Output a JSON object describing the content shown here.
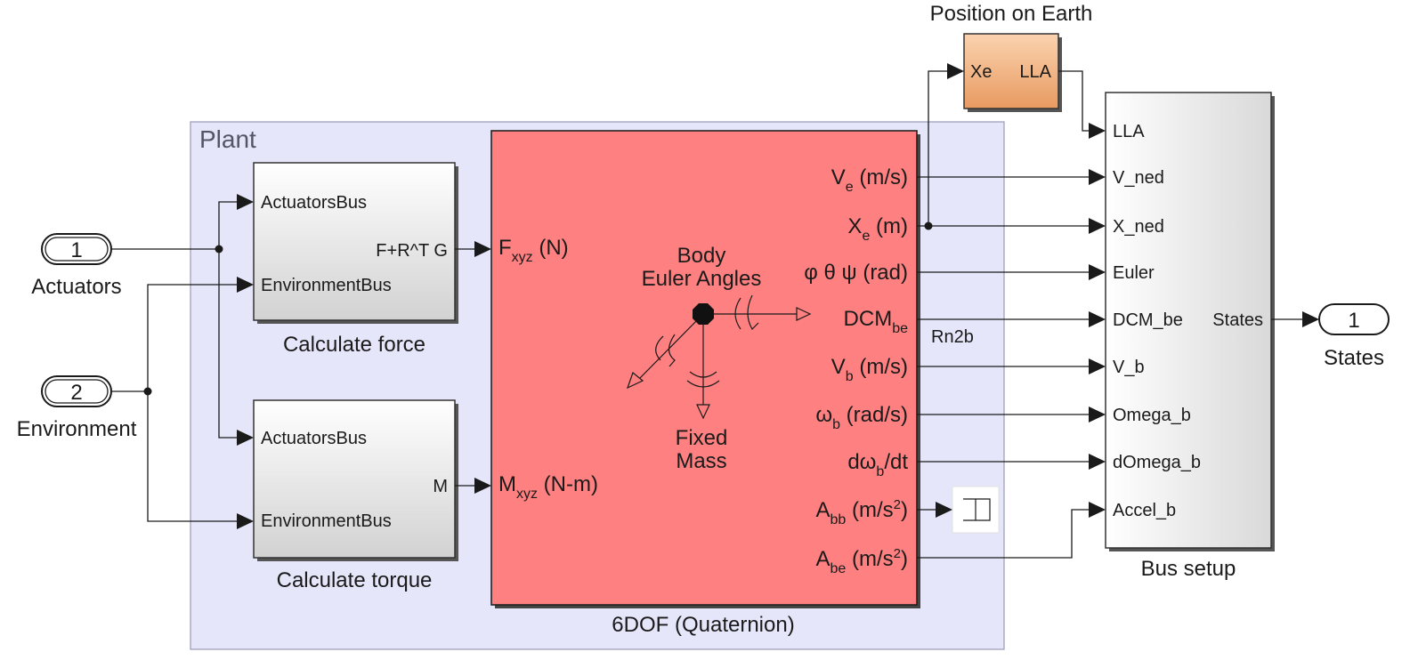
{
  "diagram": {
    "plant": {
      "title": "Plant"
    },
    "position_on_earth": {
      "title": "Position on Earth",
      "in_port": "Xe",
      "out_port": "LLA"
    },
    "inports": [
      {
        "number": "1",
        "label": "Actuators"
      },
      {
        "number": "2",
        "label": "Environment"
      }
    ],
    "outport": {
      "number": "1",
      "label": "States"
    },
    "calc_force": {
      "title": "Calculate force",
      "in1": "ActuatorsBus",
      "in2": "EnvironmentBus",
      "out": "F+R^T G"
    },
    "calc_torque": {
      "title": "Calculate torque",
      "in1": "ActuatorsBus",
      "in2": "EnvironmentBus",
      "out": "M"
    },
    "sixdof": {
      "title": "6DOF (Quaternion)",
      "center_top": "Body",
      "center_mid": "Euler Angles",
      "center_bottom1": "Fixed",
      "center_bottom2": "Mass",
      "in_force": {
        "main": "F",
        "sub": "xyz",
        "rest": " (N)"
      },
      "in_moment": {
        "main": "M",
        "sub": "xyz",
        "rest": " (N-m)"
      },
      "outputs": [
        {
          "main": "V",
          "sub": "e",
          "rest": " (m/s)"
        },
        {
          "main": "X",
          "sub": "e",
          "rest": " (m)"
        },
        {
          "main": "φ θ ψ (rad)",
          "sub": "",
          "rest": ""
        },
        {
          "main": "DCM",
          "sub": "be",
          "rest": ""
        },
        {
          "main": "V",
          "sub": "b",
          "rest": " (m/s)"
        },
        {
          "main": "ω",
          "sub": "b",
          "rest": " (rad/s)"
        },
        {
          "main": "dω",
          "sub": "b",
          "rest": "/dt"
        },
        {
          "main": "A",
          "sub": "bb",
          "rest": " (m/s",
          "sup": "2",
          "end": ")"
        },
        {
          "main": "A",
          "sub": "be",
          "rest": " (m/s",
          "sup": "2",
          "end": ")"
        }
      ]
    },
    "signal_label_rn2b": "Rn2b",
    "bus_setup": {
      "title": "Bus setup",
      "inputs": [
        "LLA",
        "V_ned",
        "X_ned",
        "Euler",
        "DCM_be",
        "V_b",
        "Omega_b",
        "dOmega_b",
        "Accel_b"
      ],
      "output": "States"
    },
    "colors": {
      "plant_fill": "#e6e6fb",
      "sixdof_fill": "#ff8080",
      "position_fill": "#f4b183",
      "block_fill_top": "#ffffff",
      "block_fill_bottom": "#d4d4d4"
    }
  }
}
